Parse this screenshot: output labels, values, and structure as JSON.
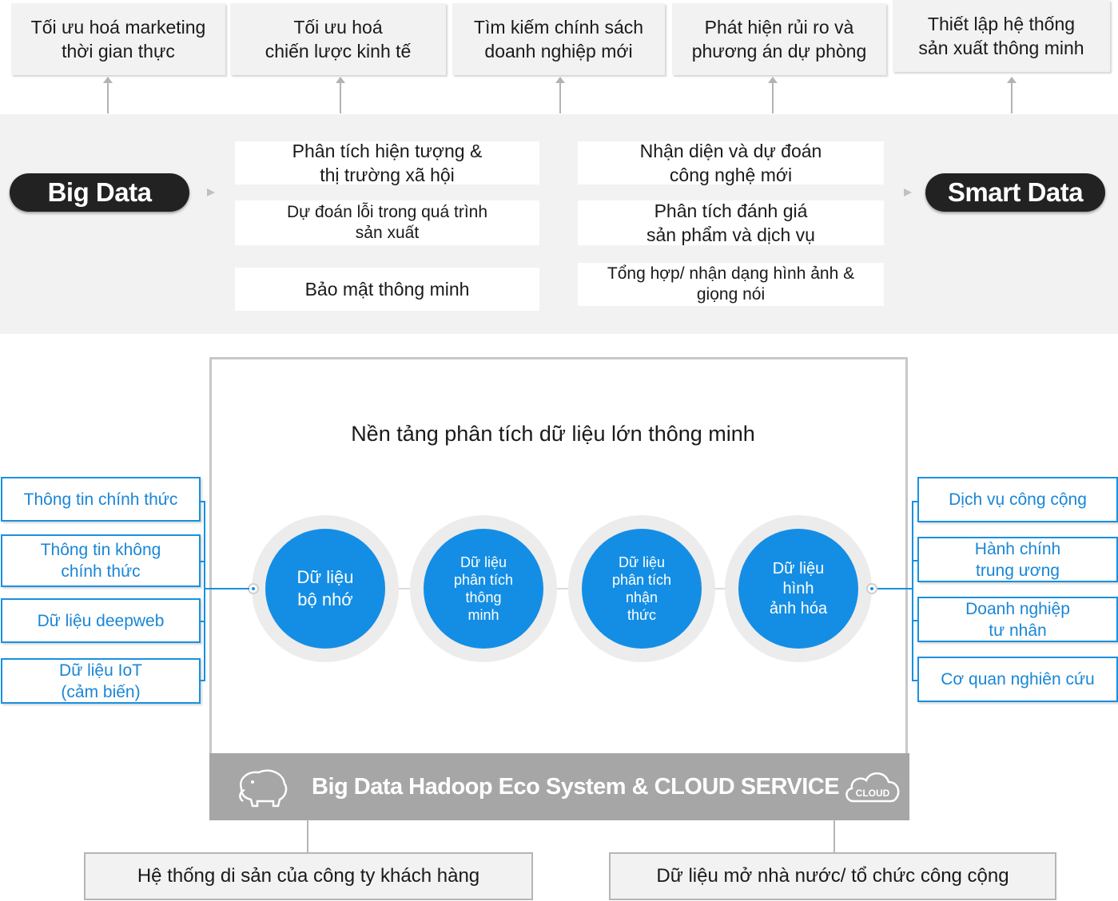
{
  "outcomes": [
    "Tối ưu hoá marketing\nthời gian thực",
    "Tối ưu hoá\nchiến lược kinh tế",
    "Tìm kiếm chính sách\ndoanh nghiệp mới",
    "Phát hiện rủi ro và\nphương án dự phòng",
    "Thiết lập hệ thống\nsản xuất thông minh"
  ],
  "band": {
    "left_label": "Big Data",
    "right_label": "Smart Data",
    "left_column": [
      "Phân tích hiện tượng &\nthị trường xã hội",
      "Dự đoán lỗi trong quá trình\nsản xuất",
      "Bảo mật thông minh"
    ],
    "right_column": [
      "Nhận diện và dự đoán\ncông nghệ mới",
      "Phân tích đánh giá\nsản phẩm và dịch vụ",
      "Tổng hợp/ nhận dạng hình ảnh &\ngiọng nói"
    ]
  },
  "platform": {
    "title": "Nền tảng phân tích dữ liệu lớn thông minh",
    "circles": [
      "Dữ liệu\nbộ nhớ",
      "Dữ liệu\nphân tích\nthông\nminh",
      "Dữ liệu\nphân tích\nnhận\nthức",
      "Dữ liệu\nhình\nảnh hóa"
    ],
    "footer": "Big Data Hadoop Eco System  &  CLOUD SERVICE",
    "cloud_label": "CLOUD"
  },
  "inputs": [
    "Thông tin chính thức",
    "Thông tin không\nchính thức",
    "Dữ liệu deepweb",
    "Dữ liệu IoT\n(cảm biến)"
  ],
  "outputs": [
    "Dịch vụ công cộng",
    "Hành chính\ntrung ương",
    "Doanh nghiệp\ntư nhân",
    "Cơ quan nghiên cứu"
  ],
  "sources": [
    "Hệ thống di sản của công ty khách hàng",
    "Dữ liệu mở nhà nước/ tổ chức công cộng"
  ],
  "colors": {
    "accent_blue": "#148ee4",
    "pill_dark": "#222222",
    "band_gray": "#f2f2f2",
    "footer_gray": "#a6a6a6"
  }
}
